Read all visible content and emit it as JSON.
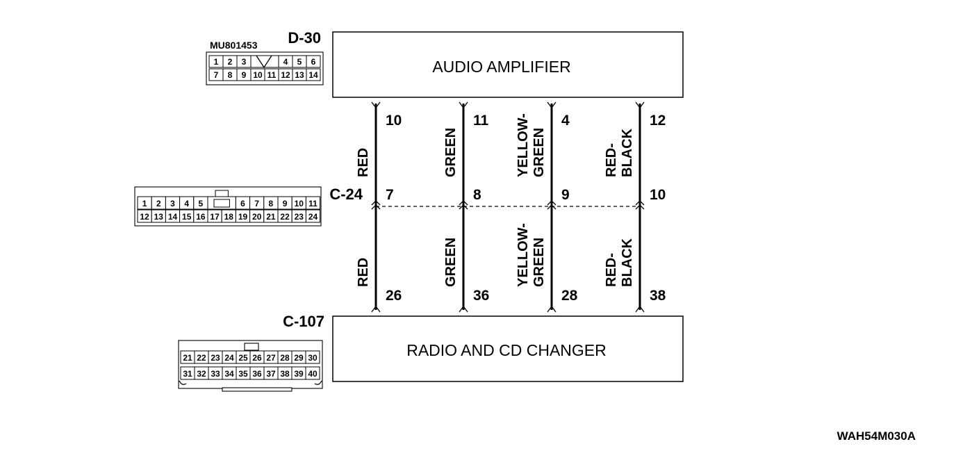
{
  "components": {
    "top": {
      "label": "AUDIO AMPLIFIER",
      "connector": "D-30"
    },
    "bottom": {
      "label": "RADIO AND CD CHANGER",
      "connector": "C-107"
    }
  },
  "joint_connector": "C-24",
  "part_number": "MU801453",
  "diagram_code": "WAH54M030A",
  "wires": [
    {
      "top_pin": "10",
      "mid_pin": "7",
      "bottom_pin": "26",
      "upper_color": [
        "RED"
      ],
      "lower_color": [
        "RED"
      ]
    },
    {
      "top_pin": "11",
      "mid_pin": "8",
      "bottom_pin": "36",
      "upper_color": [
        "GREEN"
      ],
      "lower_color": [
        "GREEN"
      ]
    },
    {
      "top_pin": "4",
      "mid_pin": "9",
      "bottom_pin": "28",
      "upper_color": [
        "YELLOW-",
        "GREEN"
      ],
      "lower_color": [
        "YELLOW-",
        "GREEN"
      ]
    },
    {
      "top_pin": "12",
      "mid_pin": "10",
      "bottom_pin": "38",
      "upper_color": [
        "RED-",
        "BLACK"
      ],
      "lower_color": [
        "RED-",
        "BLACK"
      ]
    }
  ],
  "connector_faces": {
    "d30": {
      "row1": [
        "1",
        "2",
        "3",
        "",
        "4",
        "5",
        "6"
      ],
      "row2": [
        "7",
        "8",
        "9",
        "10",
        "11",
        "12",
        "13",
        "14"
      ]
    },
    "c24": {
      "row1": [
        "1",
        "2",
        "3",
        "4",
        "5",
        "",
        "6",
        "7",
        "8",
        "9",
        "10",
        "11"
      ],
      "row2": [
        "12",
        "13",
        "14",
        "15",
        "16",
        "17",
        "18",
        "19",
        "20",
        "21",
        "22",
        "23",
        "24"
      ]
    },
    "c107": {
      "row1": [
        "21",
        "22",
        "23",
        "24",
        "25",
        "26",
        "27",
        "28",
        "29",
        "30"
      ],
      "row2": [
        "31",
        "32",
        "33",
        "34",
        "35",
        "36",
        "37",
        "38",
        "39",
        "40"
      ]
    }
  }
}
